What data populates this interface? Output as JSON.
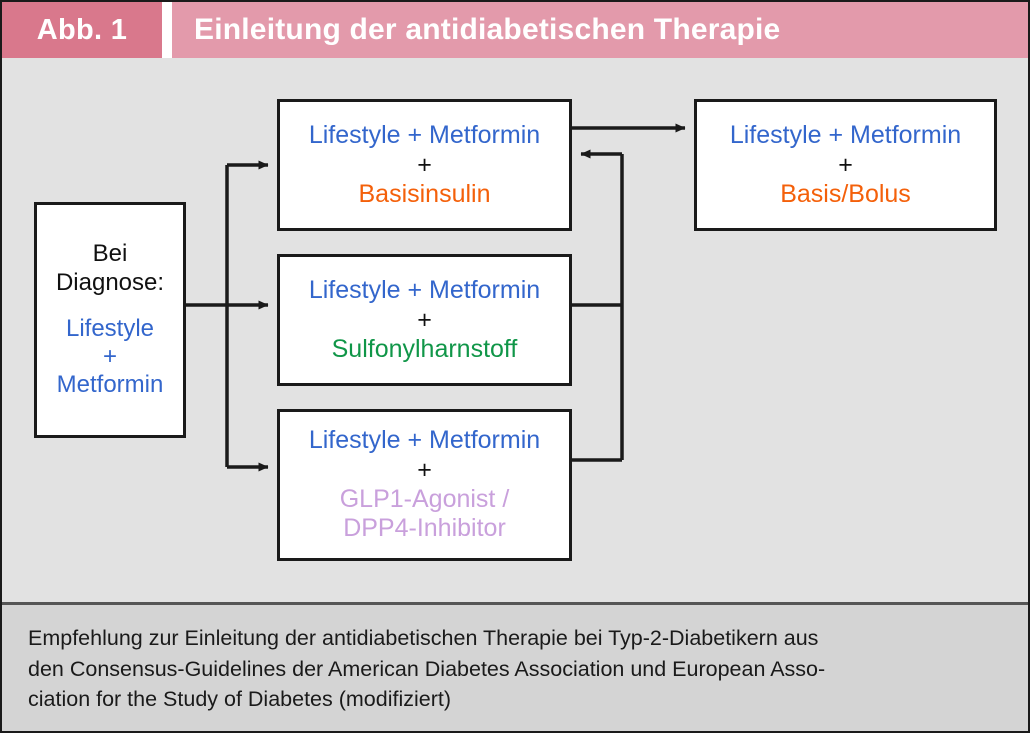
{
  "header": {
    "badge": "Abb. 1",
    "title": "Einleitung der antidiabetischen Therapie",
    "badge_color": "#d9788c",
    "title_bar_color": "#e39aab",
    "text_color": "#ffffff"
  },
  "canvas": {
    "background_color": "#e2e2e2",
    "border_color": "#1a1a1a"
  },
  "colors": {
    "blue": "#3366cc",
    "black": "#111111",
    "orange": "#f4600a",
    "green": "#109648",
    "purple": "#c9a0dc"
  },
  "nodes": {
    "entry": {
      "name": "Bei Diagnose",
      "line1": "Bei",
      "line2": "Diagnose:",
      "line3": "Lifestyle",
      "plus": "+",
      "line4": "Metformin"
    },
    "basal": {
      "line1": "Lifestyle + Metformin",
      "plus": "+",
      "line2": "Basisinsulin"
    },
    "sulfonylurea": {
      "line1": "Lifestyle + Metformin",
      "plus": "+",
      "line2": "Sulfonylharnstoff"
    },
    "incretin": {
      "line1": "Lifestyle + Metformin",
      "plus": "+",
      "line2": "GLP1-Agonist /",
      "line3": "DPP4-Inhibitor"
    },
    "bolus": {
      "line1": "Lifestyle + Metformin",
      "plus": "+",
      "line2": "Basis/Bolus"
    }
  },
  "caption": {
    "line1": "Empfehlung zur Einleitung der antidiabetischen Therapie bei Typ-2-Diabetikern aus",
    "line2": "den Consensus-Guidelines der American Diabetes Association und European Asso-",
    "line3": "ciation for the Study of Diabetes (modifiziert)"
  }
}
